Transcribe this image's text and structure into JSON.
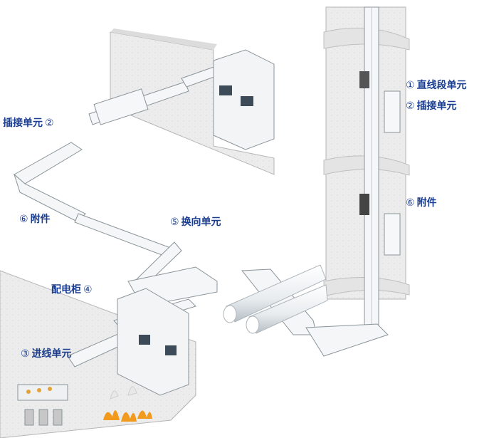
{
  "labels": {
    "straight_unit": {
      "num": "①",
      "text": "直线段单元"
    },
    "plugin_unit_right": {
      "num": "②",
      "text": "插接单元"
    },
    "plugin_unit_left": {
      "num": "②",
      "text": "插接单元"
    },
    "accessory_right": {
      "num": "⑥",
      "text": "附件"
    },
    "accessory_left": {
      "num": "⑥",
      "text": "附件"
    },
    "direction_unit": {
      "num": "⑤",
      "text": "换向单元"
    },
    "distribution_cabinet": {
      "num": "④",
      "text": "配电柜"
    },
    "incoming_unit": {
      "num": "③",
      "text": "进线单元"
    }
  },
  "colors": {
    "label": "#1a3d8f",
    "wall": "#ebebeb",
    "duct": "#f4f6f7",
    "duct_edge": "#8a9499",
    "flame": "#f29a1d"
  }
}
